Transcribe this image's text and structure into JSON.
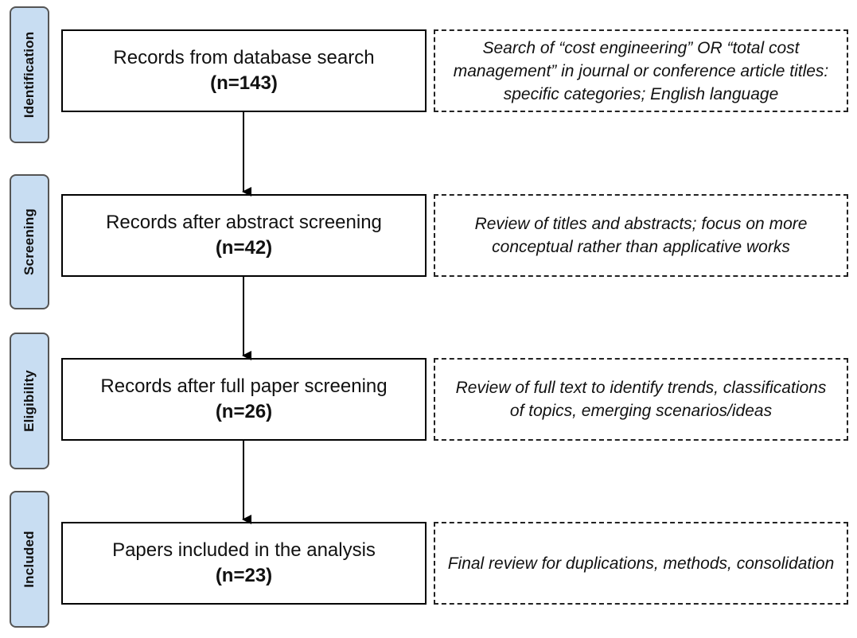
{
  "stages": [
    {
      "tab": "Identification",
      "box_label": "Records from database search",
      "box_count": "(n=143)",
      "note": "Search of “cost engineering” OR “total cost management” in journal or conference article titles: specific categories; English language"
    },
    {
      "tab": "Screening",
      "box_label": "Records after abstract screening",
      "box_count": "(n=42)",
      "note": "Review of titles and abstracts; focus on more conceptual rather than applicative works"
    },
    {
      "tab": "Eligibility",
      "box_label": "Records after full paper screening",
      "box_count": "(n=26)",
      "note": "Review of full text to identify trends, classifications of topics, emerging scenarios/ideas"
    },
    {
      "tab": "Included",
      "box_label": "Papers included in the analysis",
      "box_count": "(n=23)",
      "note": "Final review for duplications, methods, consolidation"
    }
  ],
  "colors": {
    "tab_fill": "#c8ddf2",
    "tab_border": "#555555",
    "box_border": "#000000",
    "arrow": "#000000"
  }
}
